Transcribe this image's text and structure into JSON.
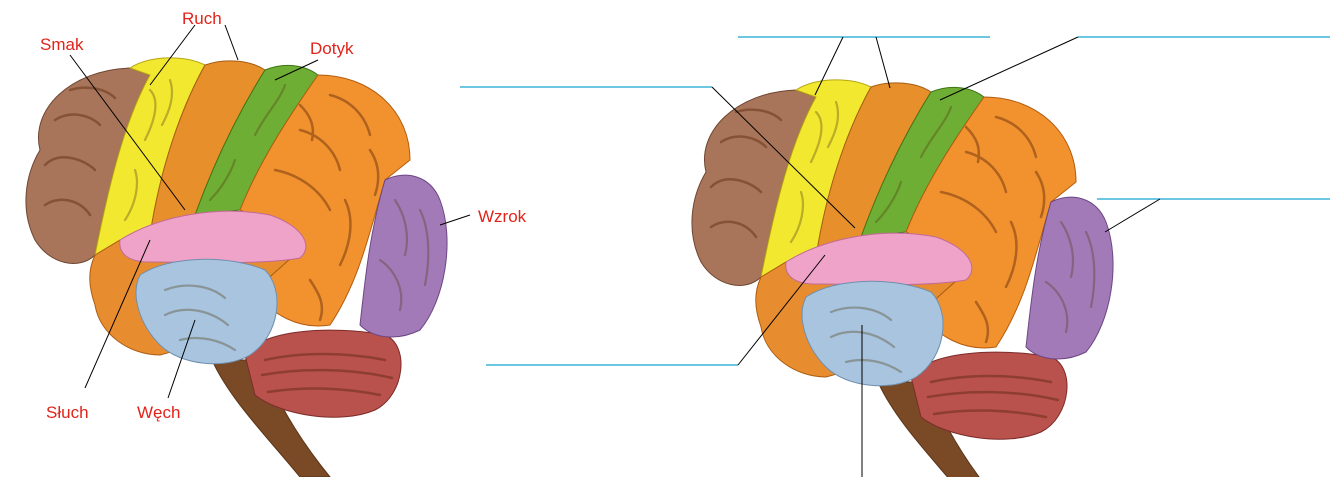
{
  "labels": {
    "ruch": "Ruch",
    "smak": "Smak",
    "dotyk": "Dotyk",
    "wzrok": "Wzrok",
    "sluch": "Słuch",
    "wech": "Węch"
  },
  "colors": {
    "label_red": "#e2231a",
    "answer_line_blue": "#3db3d8",
    "motor_yellow": "#f2e830",
    "touch_green": "#6fae34",
    "visual_purple": "#a37ab8",
    "taste_pink": "#f0a3c8",
    "smell_blue": "#a8c4de",
    "frontal_brown": "#a8755a",
    "cerebellum_red": "#b9514d"
  }
}
